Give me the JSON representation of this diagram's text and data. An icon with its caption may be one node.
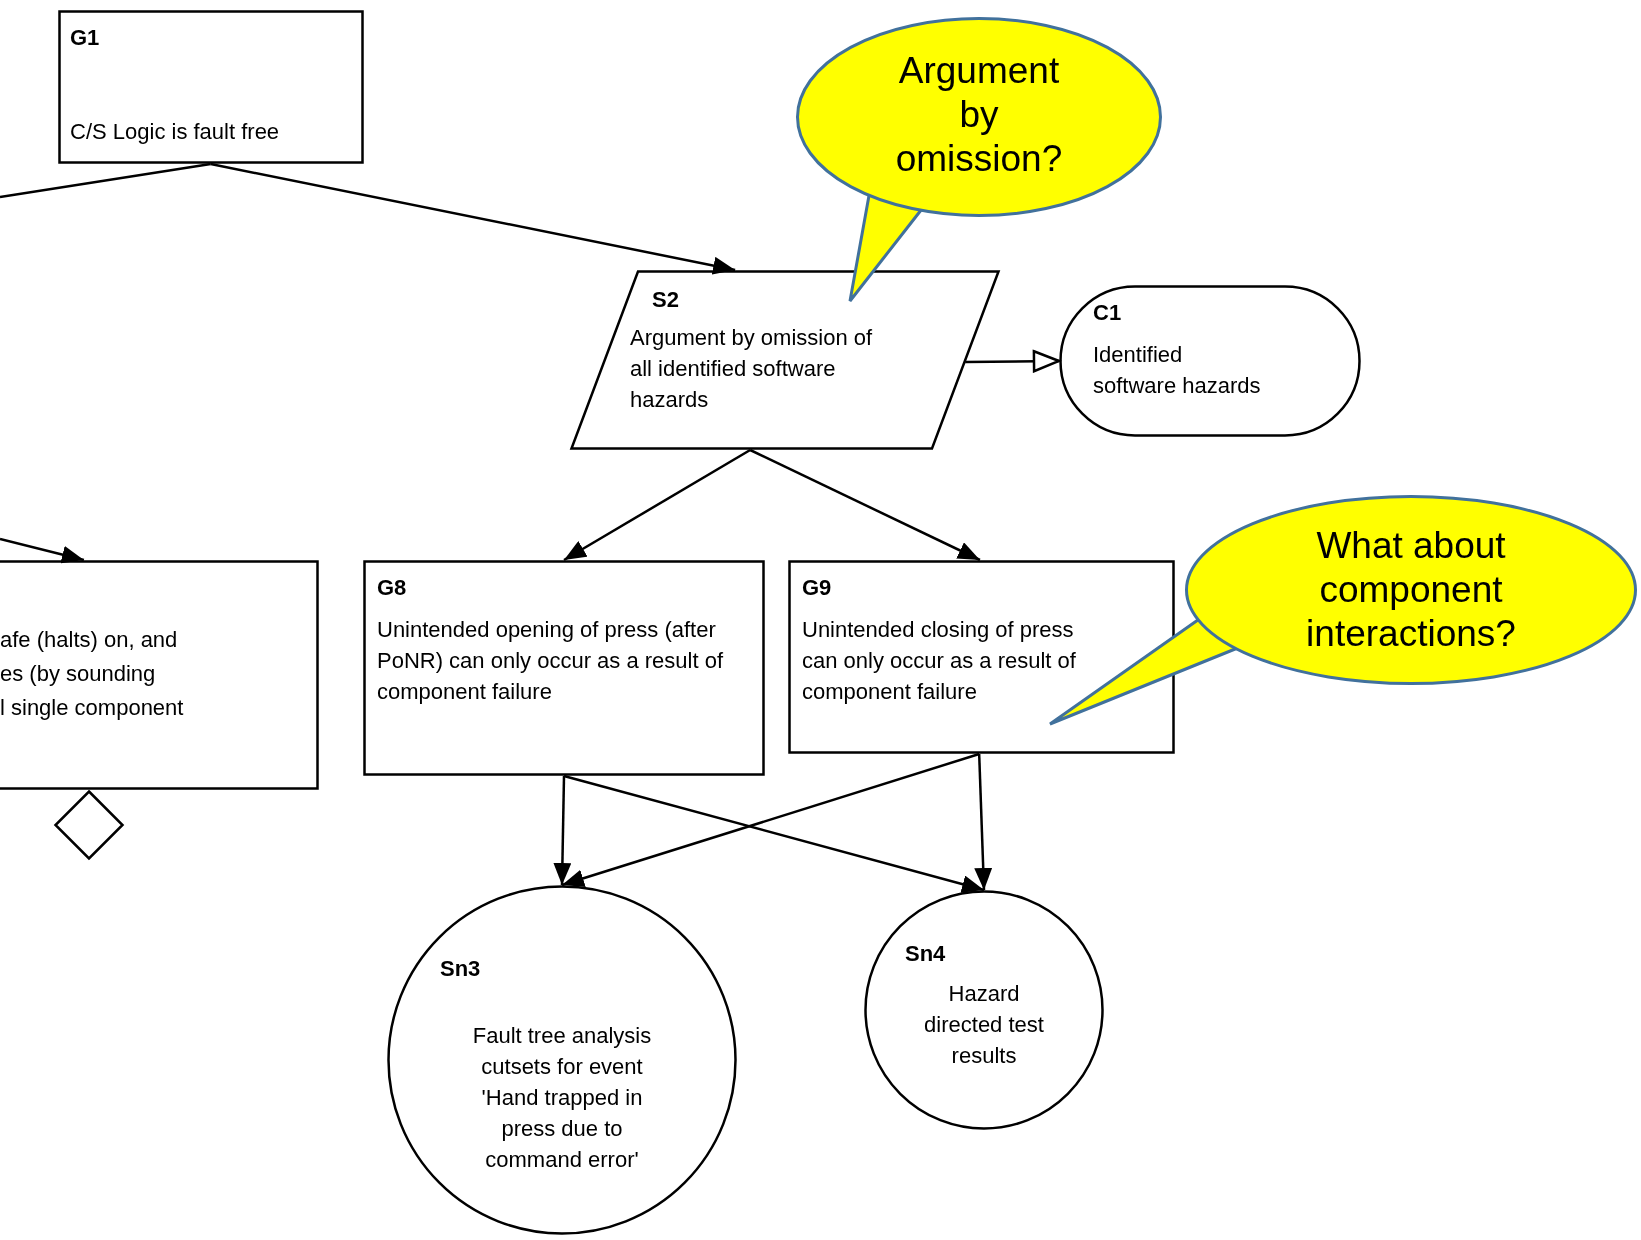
{
  "diagram": {
    "nodes": [
      {
        "text": [
          "G1",
          "C/S Logic is fault free"
        ]
      },
      {
        "text": [
          "S2",
          "Argument by omission of all identified software hazards"
        ]
      },
      {
        "text": [
          "Argument by omission?"
        ]
      },
      {
        "text": [
          "C1",
          "Identified software hazards"
        ]
      },
      {
        "text": [
          "afe (halts) on, and",
          "es (by sounding",
          "l single component"
        ]
      },
      {
        "text": [
          "G8",
          "Unintended opening of press (after PoNR) can only occur as a result of component failure"
        ]
      },
      {
        "text": [
          "G9",
          "Unintended closing of press can only occur as a result of component failure"
        ]
      },
      {
        "text": [
          "What about component interactions?"
        ]
      },
      {
        "text": [],
        "shape": "diamond"
      },
      {
        "text": [
          "Sn3",
          "Fault tree analysis cutsets for event 'Hand trapped in press due to command error'"
        ]
      },
      {
        "text": [
          "Sn4",
          "Hazard directed test results"
        ]
      }
    ],
    "edges": [
      {
        "from": 0,
        "to": null,
        "arrow": "none"
      },
      {
        "from": 0,
        "to": 1,
        "arrow": "to"
      },
      {
        "from": null,
        "to": 4,
        "arrow": "to"
      },
      {
        "from": 1,
        "to": 3,
        "arrow": "to"
      },
      {
        "from": 1,
        "to": 5,
        "arrow": "to"
      },
      {
        "from": 1,
        "to": 6,
        "arrow": "to"
      },
      {
        "from": 5,
        "to": 9,
        "arrow": "to"
      },
      {
        "from": 5,
        "to": 10,
        "arrow": "to"
      },
      {
        "from": 6,
        "to": 9,
        "arrow": "to"
      },
      {
        "from": 6,
        "to": 10,
        "arrow": "to"
      }
    ]
  }
}
